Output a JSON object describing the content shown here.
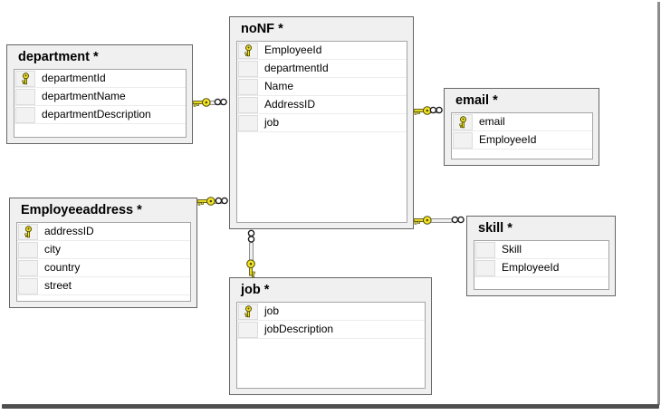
{
  "diagram": {
    "tables": [
      {
        "name": "department",
        "title": "department *",
        "columns": [
          {
            "name": "departmentId",
            "key": true
          },
          {
            "name": "departmentName",
            "key": false
          },
          {
            "name": "departmentDescription",
            "key": false
          }
        ]
      },
      {
        "name": "noNF",
        "title": "noNF *",
        "columns": [
          {
            "name": "EmployeeId",
            "key": true
          },
          {
            "name": "departmentId",
            "key": false
          },
          {
            "name": "Name",
            "key": false
          },
          {
            "name": "AddressID",
            "key": false
          },
          {
            "name": "job",
            "key": false
          }
        ]
      },
      {
        "name": "email",
        "title": "email *",
        "columns": [
          {
            "name": "email",
            "key": true
          },
          {
            "name": "EmployeeId",
            "key": false
          }
        ]
      },
      {
        "name": "Employeeaddress",
        "title": "Employeeaddress *",
        "columns": [
          {
            "name": "addressID",
            "key": true
          },
          {
            "name": "city",
            "key": false
          },
          {
            "name": "country",
            "key": false
          },
          {
            "name": "street",
            "key": false
          }
        ]
      },
      {
        "name": "skill",
        "title": "skill *",
        "columns": [
          {
            "name": "Skill",
            "key": false
          },
          {
            "name": "EmployeeId",
            "key": false
          }
        ]
      },
      {
        "name": "job",
        "title": "job *",
        "columns": [
          {
            "name": "job",
            "key": true
          },
          {
            "name": "jobDescription",
            "key": false
          }
        ]
      }
    ],
    "relationships": [
      {
        "one_side": "department",
        "many_side": "noNF"
      },
      {
        "one_side": "Employeeaddress",
        "many_side": "noNF"
      },
      {
        "one_side": "noNF",
        "many_side": "email"
      },
      {
        "one_side": "noNF",
        "many_side": "skill"
      },
      {
        "one_side": "job",
        "many_side": "noNF"
      }
    ],
    "colors": {
      "table_background": "#f0f0f0",
      "table_border": "#656565",
      "grid_border": "#a5a5a5",
      "key_gold": "#f7e52a",
      "key_outline": "#4a4a00",
      "shadow_dark": "#4e4e4e",
      "shadow_gray": "#8c8c8c"
    }
  }
}
